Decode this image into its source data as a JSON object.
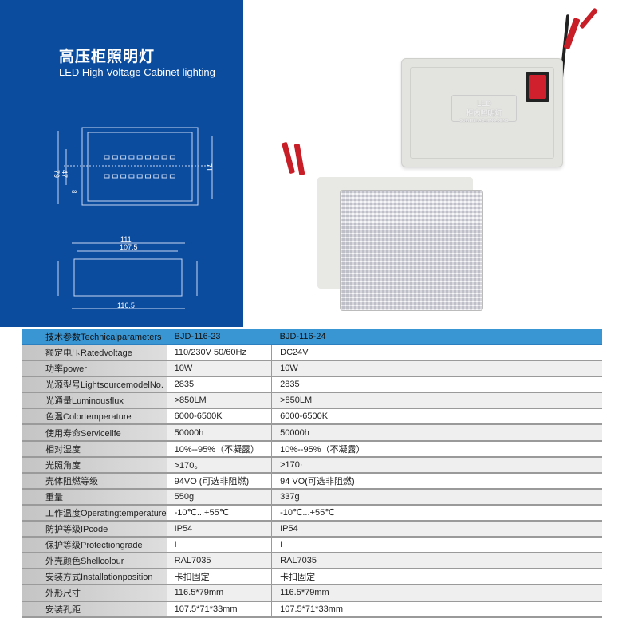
{
  "title": "高压柜照明灯",
  "subtitle": "LED High Voltage Cabinet lighting",
  "drawing": {
    "dim_79": "79",
    "dim_47": "47",
    "dim_8": "8",
    "dim_71": "71",
    "dim_111": "111",
    "dim_107_5": "107.5",
    "dim_116_5": "116.5"
  },
  "product_label": {
    "line1": "LED",
    "line2": "柜内照明灯",
    "line3": "GUINEIZHAO MING DENG"
  },
  "colors": {
    "panel": "#0b4c9f",
    "table_header": "#3a96d3"
  },
  "table": {
    "header": [
      "技术参数Technicalparameters",
      "BJD-116-23",
      "BJD-116-24"
    ],
    "rows": [
      [
        "额定电压Ratedvoltage",
        "110/230V 50/60Hz",
        "DC24V"
      ],
      [
        "功率power",
        "10W",
        "10W"
      ],
      [
        "光源型号LightsourcemodelNo.",
        "2835",
        "2835"
      ],
      [
        "光通量Luminousflux",
        ">850LM",
        ">850LM"
      ],
      [
        "色温Colortemperature",
        "6000-6500K",
        "6000-6500K"
      ],
      [
        "使用寿命Servicelife",
        "50000h",
        "50000h"
      ],
      [
        "相对湿度",
        "10%--95%（不凝露）",
        "10%--95%（不凝露）"
      ],
      [
        "光照角度",
        ">170。",
        ">170·"
      ],
      [
        "壳体阻燃等级",
        "94VO (可选非阻燃)",
        "94 VO(可选非阻燃)"
      ],
      [
        "重量",
        "550g",
        "337g"
      ],
      [
        "工作温度Operatingtemperature",
        "-10℃...+55℃",
        "-10℃...+55℃"
      ],
      [
        "防护等级IPcode",
        "IP54",
        "IP54"
      ],
      [
        "保护等级Protectiongrade",
        "I",
        "I"
      ],
      [
        "外壳颜色Shellcolour",
        "RAL7035",
        "RAL7035"
      ],
      [
        "安装方式Installationposition",
        "卡扣固定",
        "卡扣固定"
      ],
      [
        "外形尺寸",
        "116.5*79mm",
        "116.5*79mm"
      ],
      [
        "安装孔距",
        "107.5*71*33mm",
        "107.5*71*33mm"
      ]
    ]
  }
}
